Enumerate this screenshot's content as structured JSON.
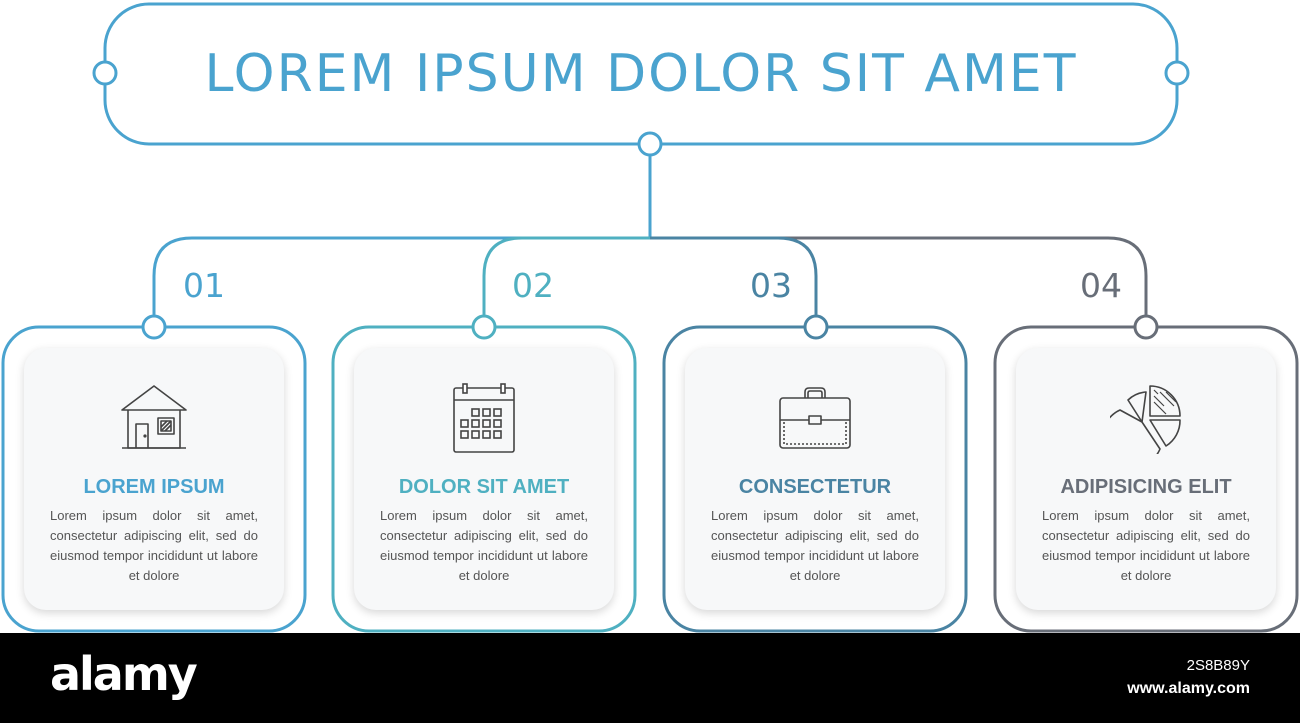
{
  "title": "LOREM IPSUM DOLOR SIT AMET",
  "colors": {
    "title": "#4aa3cf",
    "step1": "#4aa3cf",
    "step2": "#4fb0c1",
    "step3": "#4a84a3",
    "step4": "#686e78"
  },
  "steps": [
    {
      "number": "01",
      "title": "LOREM IPSUM",
      "text": "Lorem ipsum dolor sit amet, consectetur adipiscing elit, sed do eiusmod tempor incididunt ut labore et dolore",
      "icon": "house-icon"
    },
    {
      "number": "02",
      "title": "DOLOR SIT AMET",
      "text": "Lorem ipsum dolor sit amet, consectetur adipiscing elit, sed do eiusmod tempor incididunt ut labore et dolore",
      "icon": "calendar-icon"
    },
    {
      "number": "03",
      "title": "CONSECTETUR",
      "text": "Lorem ipsum dolor sit amet, consectetur adipiscing elit, sed do eiusmod tempor incididunt ut labore et dolore",
      "icon": "briefcase-icon"
    },
    {
      "number": "04",
      "title": "ADIPISICING ELIT",
      "text": "Lorem ipsum dolor sit amet, consectetur adipiscing elit, sed do eiusmod tempor incididunt ut labore et dolore",
      "icon": "pie-chart-icon"
    }
  ],
  "footer": {
    "brand": "alamy",
    "image_id": "2S8B89Y",
    "url": "www.alamy.com"
  }
}
